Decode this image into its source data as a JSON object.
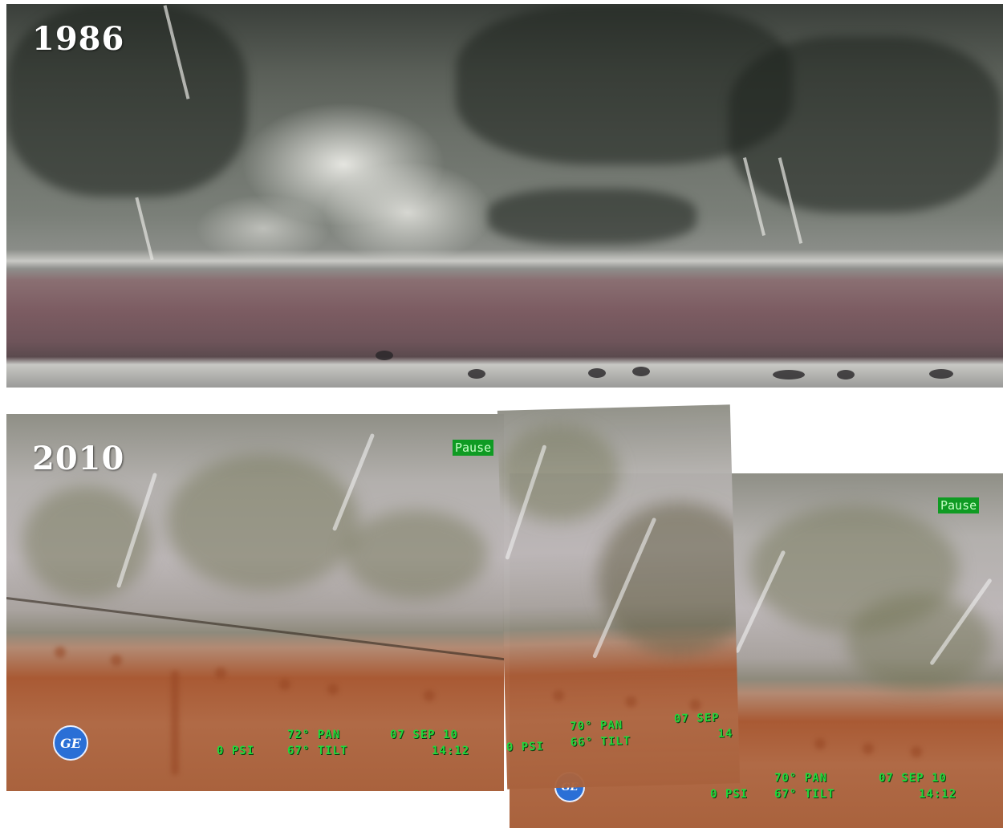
{
  "panels": {
    "top": {
      "year": "1986"
    },
    "bottom": {
      "year": "2010"
    }
  },
  "frames": [
    {
      "pause": "Pause",
      "osd": {
        "pan": "72° PAN",
        "date": "07 SEP 10",
        "psi": "0 PSI",
        "tilt": "67° TILT",
        "time": "14:12"
      }
    },
    {
      "osd": {
        "pan": "70° PAN",
        "date": "07 SEP",
        "psi": "0 PSI",
        "tilt": "66° TILT",
        "time": "14"
      }
    },
    {
      "pause": "Pause",
      "osd": {
        "pan": "70° PAN",
        "date": "07 SEP 10",
        "psi": "0 PSI",
        "tilt": "67° TILT",
        "time": "14:12"
      }
    }
  ],
  "logo": {
    "text": "GE"
  },
  "colors": {
    "osd_green": "#1fd93c",
    "pause_badge": "#0f9b23",
    "rust": "#a95a34",
    "ge_blue": "#2a6fd6"
  }
}
